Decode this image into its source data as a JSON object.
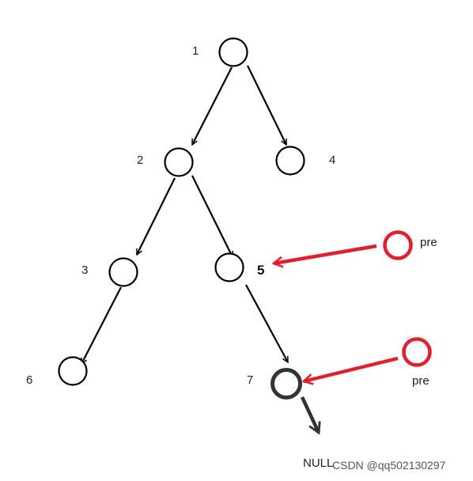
{
  "diagram": {
    "nodes": [
      {
        "id": "n1",
        "label": "1"
      },
      {
        "id": "n2",
        "label": "2"
      },
      {
        "id": "n4",
        "label": "4"
      },
      {
        "id": "n3",
        "label": "3"
      },
      {
        "id": "n5",
        "label": "5"
      },
      {
        "id": "n6",
        "label": "6"
      },
      {
        "id": "n7",
        "label": "7"
      }
    ],
    "edges": [
      {
        "from": "n1",
        "to": "n2"
      },
      {
        "from": "n1",
        "to": "n4"
      },
      {
        "from": "n2",
        "to": "n3"
      },
      {
        "from": "n2",
        "to": "n5"
      },
      {
        "from": "n3",
        "to": "n6"
      },
      {
        "from": "n5",
        "to": "n7"
      }
    ],
    "pointers": [
      {
        "label": "pre",
        "target": "n5"
      },
      {
        "label": "pre",
        "target": "n7"
      }
    ],
    "null_label": "NULL",
    "watermark": "CSDN @qq502130297",
    "colors": {
      "node_stroke": "#000000",
      "highlight_stroke": "#333333",
      "pointer": "#e0202e",
      "edge": "#000000"
    }
  }
}
